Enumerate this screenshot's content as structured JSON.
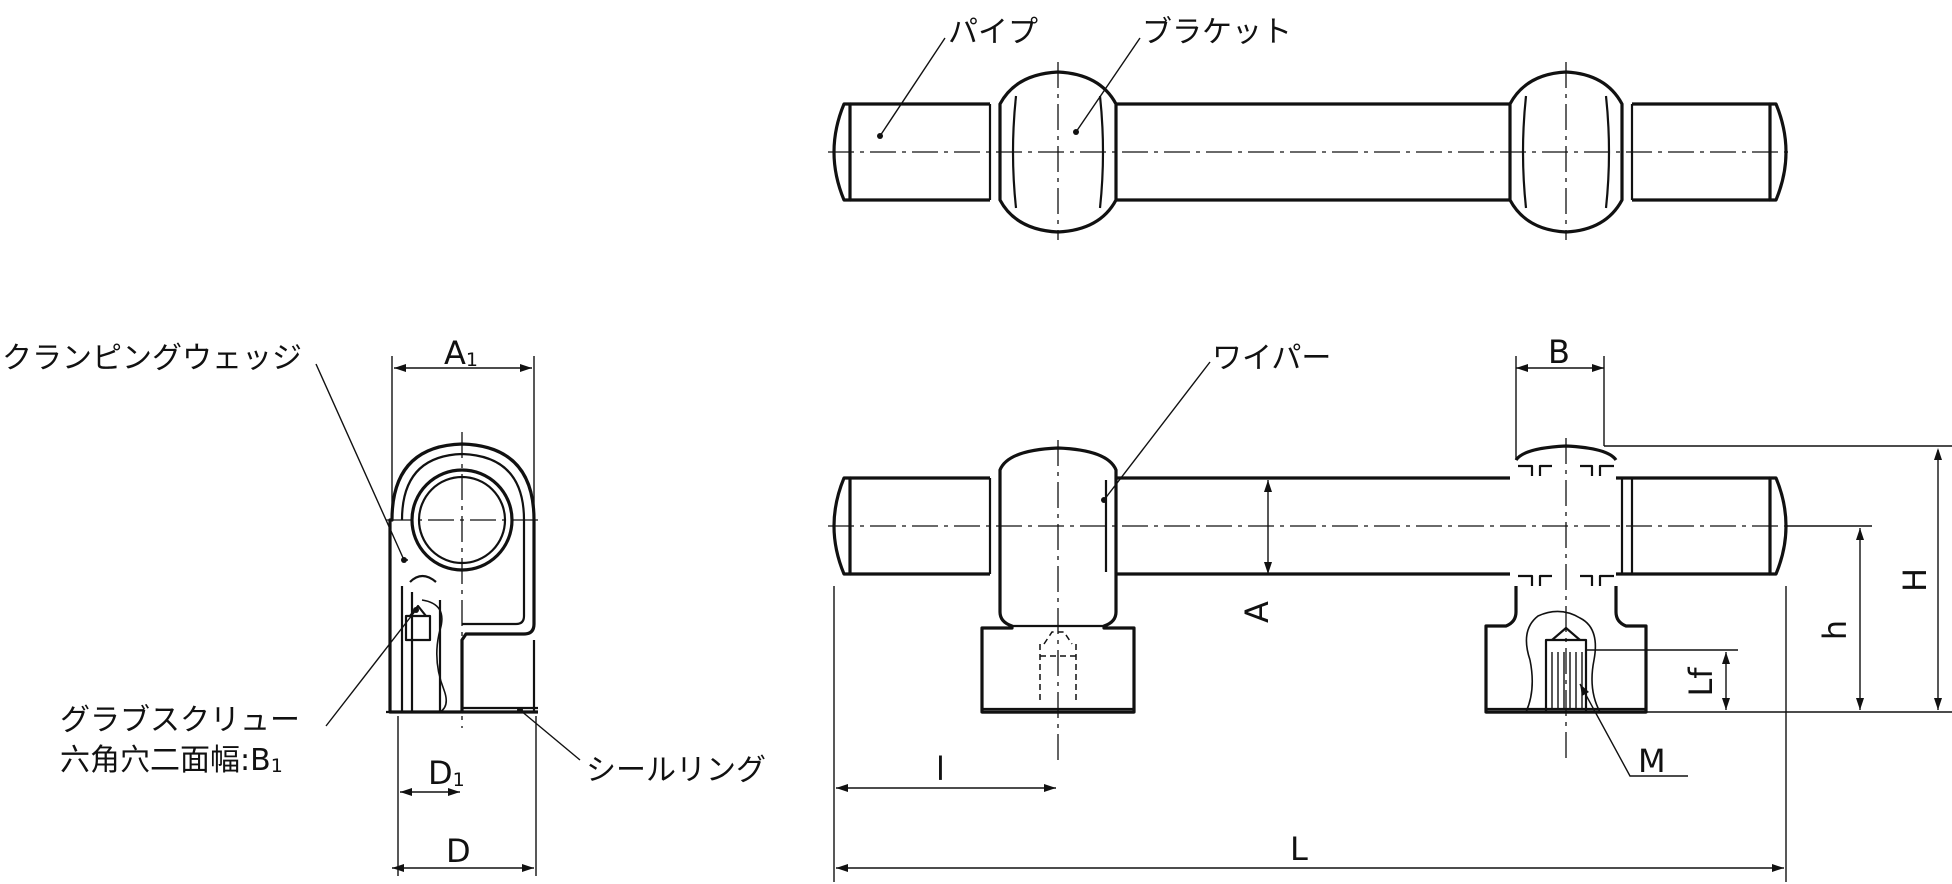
{
  "labels": {
    "pipe": "パイプ",
    "bracket": "ブラケット",
    "clamping_wedge": "クランピングウェッジ",
    "wiper": "ワイパー",
    "grub_screw_line1": "グラブスクリュー",
    "grub_screw_line2": "六角穴二面幅:B",
    "grub_screw_line2_sub": "1",
    "seal_ring": "シールリング"
  },
  "dimensions": {
    "A1_main": "A",
    "A1_sub": "1",
    "D1_main": "D",
    "D1_sub": "1",
    "D": "D",
    "B": "B",
    "A": "A",
    "H": "H",
    "h": "h",
    "Lf": "Lf",
    "M": "M",
    "l": "l",
    "L": "L"
  }
}
